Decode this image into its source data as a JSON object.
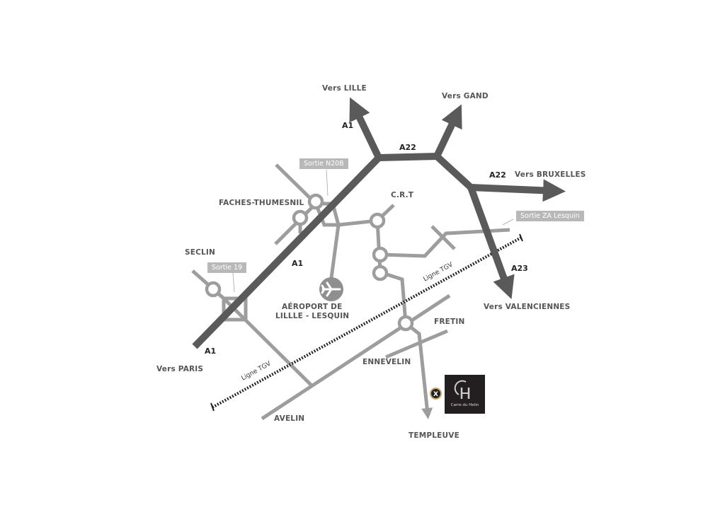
{
  "destinations": {
    "lille": "Vers LILLE",
    "gand": "Vers GAND",
    "bruxelles": "Vers BRUXELLES",
    "valenciennes": "Vers VALENCIENNES",
    "paris": "Vers PARIS"
  },
  "highways": {
    "a1_north": "A1",
    "a1_mid": "A1",
    "a1_south": "A1",
    "a22_west": "A22",
    "a22_east": "A22",
    "a23": "A23"
  },
  "exits": {
    "n20b": "Sortie N20B",
    "s19": "Sortie 19",
    "za_lesquin": "Sortie ZA Lesquin"
  },
  "places": {
    "faches": "FACHES-THUMESNIL",
    "seclin": "SECLIN",
    "crt": "C.R.T",
    "airport_line1": "AÉROPORT DE",
    "airport_line2": "LILLLE - LESQUIN",
    "fretin": "FRETIN",
    "ennevelin": "ENNEVELIN",
    "avelin": "AVELIN",
    "templeuve": "TEMPLEUVE"
  },
  "rail": {
    "tgv_north": "Ligne TGV",
    "tgv_south": "Ligne TGV"
  },
  "marker": {
    "symbol": "X"
  },
  "logo": {
    "name": "Carre du Helin",
    "monogram": "CH"
  },
  "colors": {
    "highway": "#5a5a5a",
    "road": "#9d9d9d",
    "tag": "#b8b8b8"
  }
}
